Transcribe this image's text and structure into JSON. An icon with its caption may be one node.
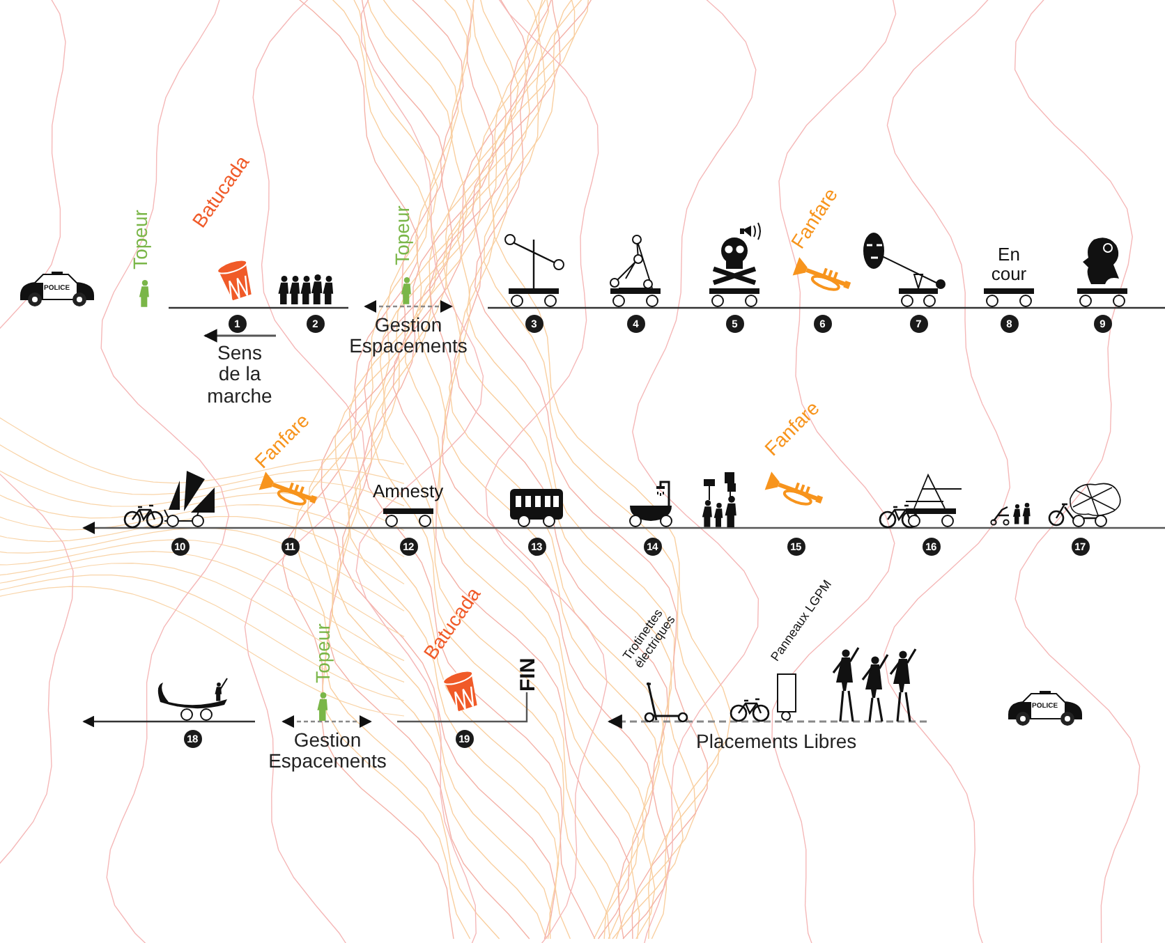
{
  "diagram": {
    "nodes": [
      {
        "text": [
          "1"
        ]
      },
      {
        "text": [
          "2"
        ]
      },
      {
        "text": [
          "3"
        ]
      },
      {
        "text": [
          "4"
        ]
      },
      {
        "text": [
          "5"
        ]
      },
      {
        "text": [
          "6"
        ]
      },
      {
        "text": [
          "7"
        ]
      },
      {
        "text": [
          "8"
        ]
      },
      {
        "text": [
          "9"
        ]
      },
      {
        "text": [
          "10"
        ]
      },
      {
        "text": [
          "11"
        ]
      },
      {
        "text": [
          "12"
        ]
      },
      {
        "text": [
          "13"
        ]
      },
      {
        "text": [
          "14"
        ]
      },
      {
        "text": [
          "15"
        ]
      },
      {
        "text": [
          "16"
        ]
      },
      {
        "text": [
          "17"
        ]
      },
      {
        "text": [
          "18"
        ]
      },
      {
        "text": [
          "19"
        ]
      }
    ],
    "labels": [
      "POLICE",
      "Topeur",
      "Batucada",
      "Sens de la marche",
      "Topeur",
      "Gestion Espacements",
      "Fanfare",
      "En cour",
      "Fanfare",
      "Amnesty",
      "Fanfare",
      "Topeur",
      "Batucada",
      "FIN",
      "Trotinettes électriques",
      "Panneaux LGPM",
      "Gestion Espacements",
      "Placements Libres",
      "POLICE"
    ]
  }
}
